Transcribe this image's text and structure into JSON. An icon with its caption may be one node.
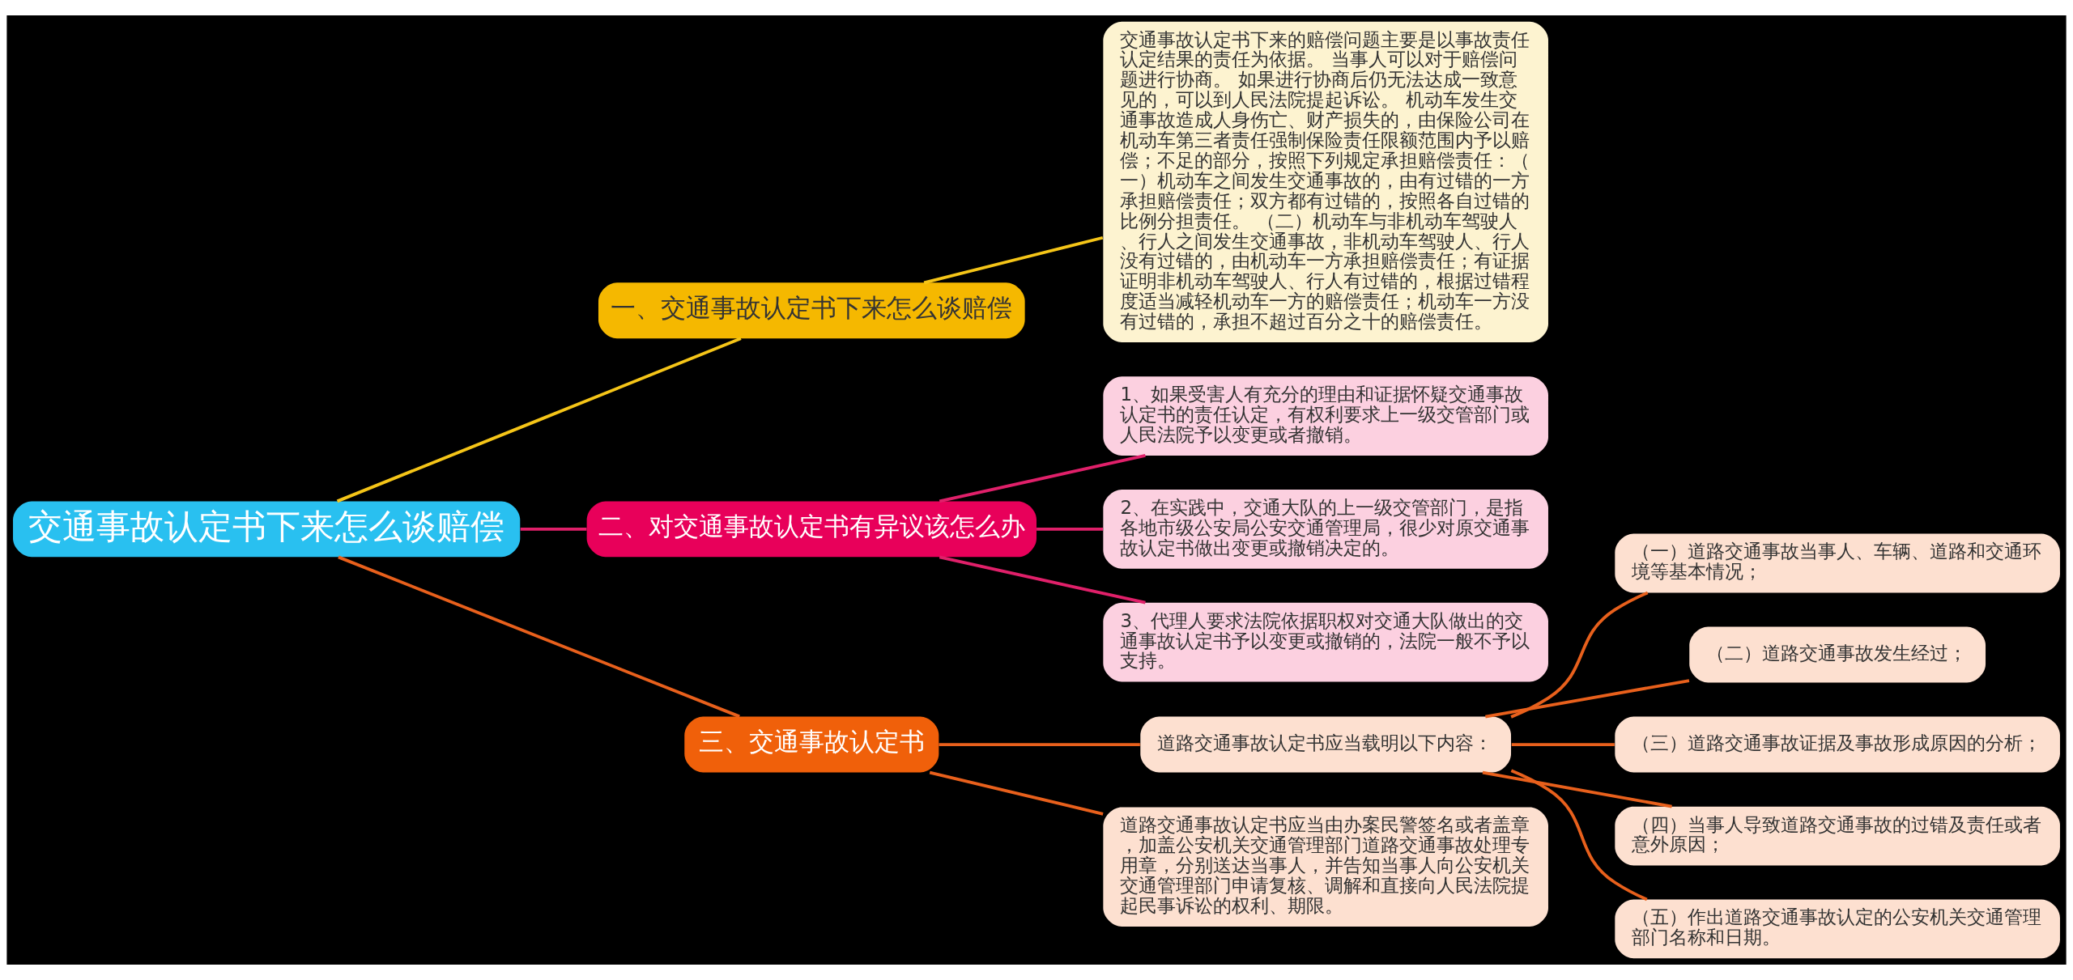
{
  "diagram": {
    "nodes": [
      {
        "text": [
          "交通事故认定书下来怎么谈赔偿"
        ]
      },
      {
        "text": [
          "一、交通事故认定书下来怎么谈赔偿"
        ]
      },
      {
        "text": [
          "交通事故认定书下来的赔偿问题主要是以事故责任认定结果的责任为依据。 当事人可以对于赔偿问题进行协商。 如果进行协商后仍无法达成一致意见的，可以到人民法院提起诉讼。 机动车发生交通事故造成人身伤亡、财产损失的，由保险公司在机动车第三者责任强制保险责任限额范围内予以赔偿；不足的部分，按照下列规定承担赔偿责任：（一）机动车之间发生交通事故的，由有过错的一方承担赔偿责任；双方都有过错的，按照各自过错的比例分担责任。 （二）机动车与非机动车驾驶人、行人之间发生交通事故，非机动车驾驶人、行人没有过错的，由机动车一方承担赔偿责任；有证据证明非机动车驾驶人、行人有过错的，根据过错程度适当减轻机动车一方的赔偿责任；机动车一方没有过错的，承担不超过百分之十的赔偿责任。"
        ]
      },
      {
        "text": [
          "二、对交通事故认定书有异议该怎么办"
        ]
      },
      {
        "text": [
          "1、如果受害人有充分的理由和证据怀疑交通事故认定书的责任认定，有权利要求上一级交管部门或人民法院予以变更或者撤销。"
        ]
      },
      {
        "text": [
          "2、在实践中，交通大队的上一级交管部门，是指各地市级公安局公安交通管理局，很少对原交通事故认定书做出变更或撤销决定的。"
        ]
      },
      {
        "text": [
          "3、代理人要求法院依据职权对交通大队做出的交通事故认定书予以变更或撤销的，法院一般不予以支持。"
        ]
      },
      {
        "text": [
          "三、交通事故认定书"
        ]
      },
      {
        "text": [
          "道路交通事故认定书应当载明以下内容："
        ]
      },
      {
        "text": [
          "（一）道路交通事故当事人、车辆、道路和交通环境等基本情况；"
        ]
      },
      {
        "text": [
          "（二）道路交通事故发生经过；"
        ]
      },
      {
        "text": [
          "（三）道路交通事故证据及事故形成原因的分析；"
        ]
      },
      {
        "text": [
          "（四）当事人导致道路交通事故的过错及责任或者意外原因；"
        ]
      },
      {
        "text": [
          "（五）作出道路交通事故认定的公安机关交通管理部门名称和日期。"
        ]
      },
      {
        "text": [
          "道路交通事故认定书应当由办案民警签名或者盖章，加盖公安机关交通管理部门道路交通事故处理专用章，分别送达当事人，并告知当事人向公安机关交通管理部门申请复核、调解和直接向人民法院提起民事诉讼的权利、期限。"
        ]
      }
    ],
    "edges": [
      {
        "from": 0,
        "to": 1,
        "arrow": "none",
        "color": "#f5c518"
      },
      {
        "from": 1,
        "to": 2,
        "arrow": "none",
        "color": "#f5c518"
      },
      {
        "from": 0,
        "to": 3,
        "arrow": "none",
        "color": "#e0206a"
      },
      {
        "from": 3,
        "to": 4,
        "arrow": "none",
        "color": "#e0206a"
      },
      {
        "from": 3,
        "to": 5,
        "arrow": "none",
        "color": "#e0206a"
      },
      {
        "from": 3,
        "to": 6,
        "arrow": "none",
        "color": "#e0206a"
      },
      {
        "from": 0,
        "to": 7,
        "arrow": "none"
      },
      {
        "from": 7,
        "to": 8,
        "arrow": "none"
      },
      {
        "from": 8,
        "to": 9,
        "arrow": "none"
      },
      {
        "from": 8,
        "to": 10,
        "arrow": "none"
      },
      {
        "from": 8,
        "to": 11,
        "arrow": "none"
      },
      {
        "from": 8,
        "to": 12,
        "arrow": "none"
      },
      {
        "from": 8,
        "to": 13,
        "arrow": "none"
      },
      {
        "from": 7,
        "to": 14,
        "arrow": "none"
      }
    ]
  }
}
